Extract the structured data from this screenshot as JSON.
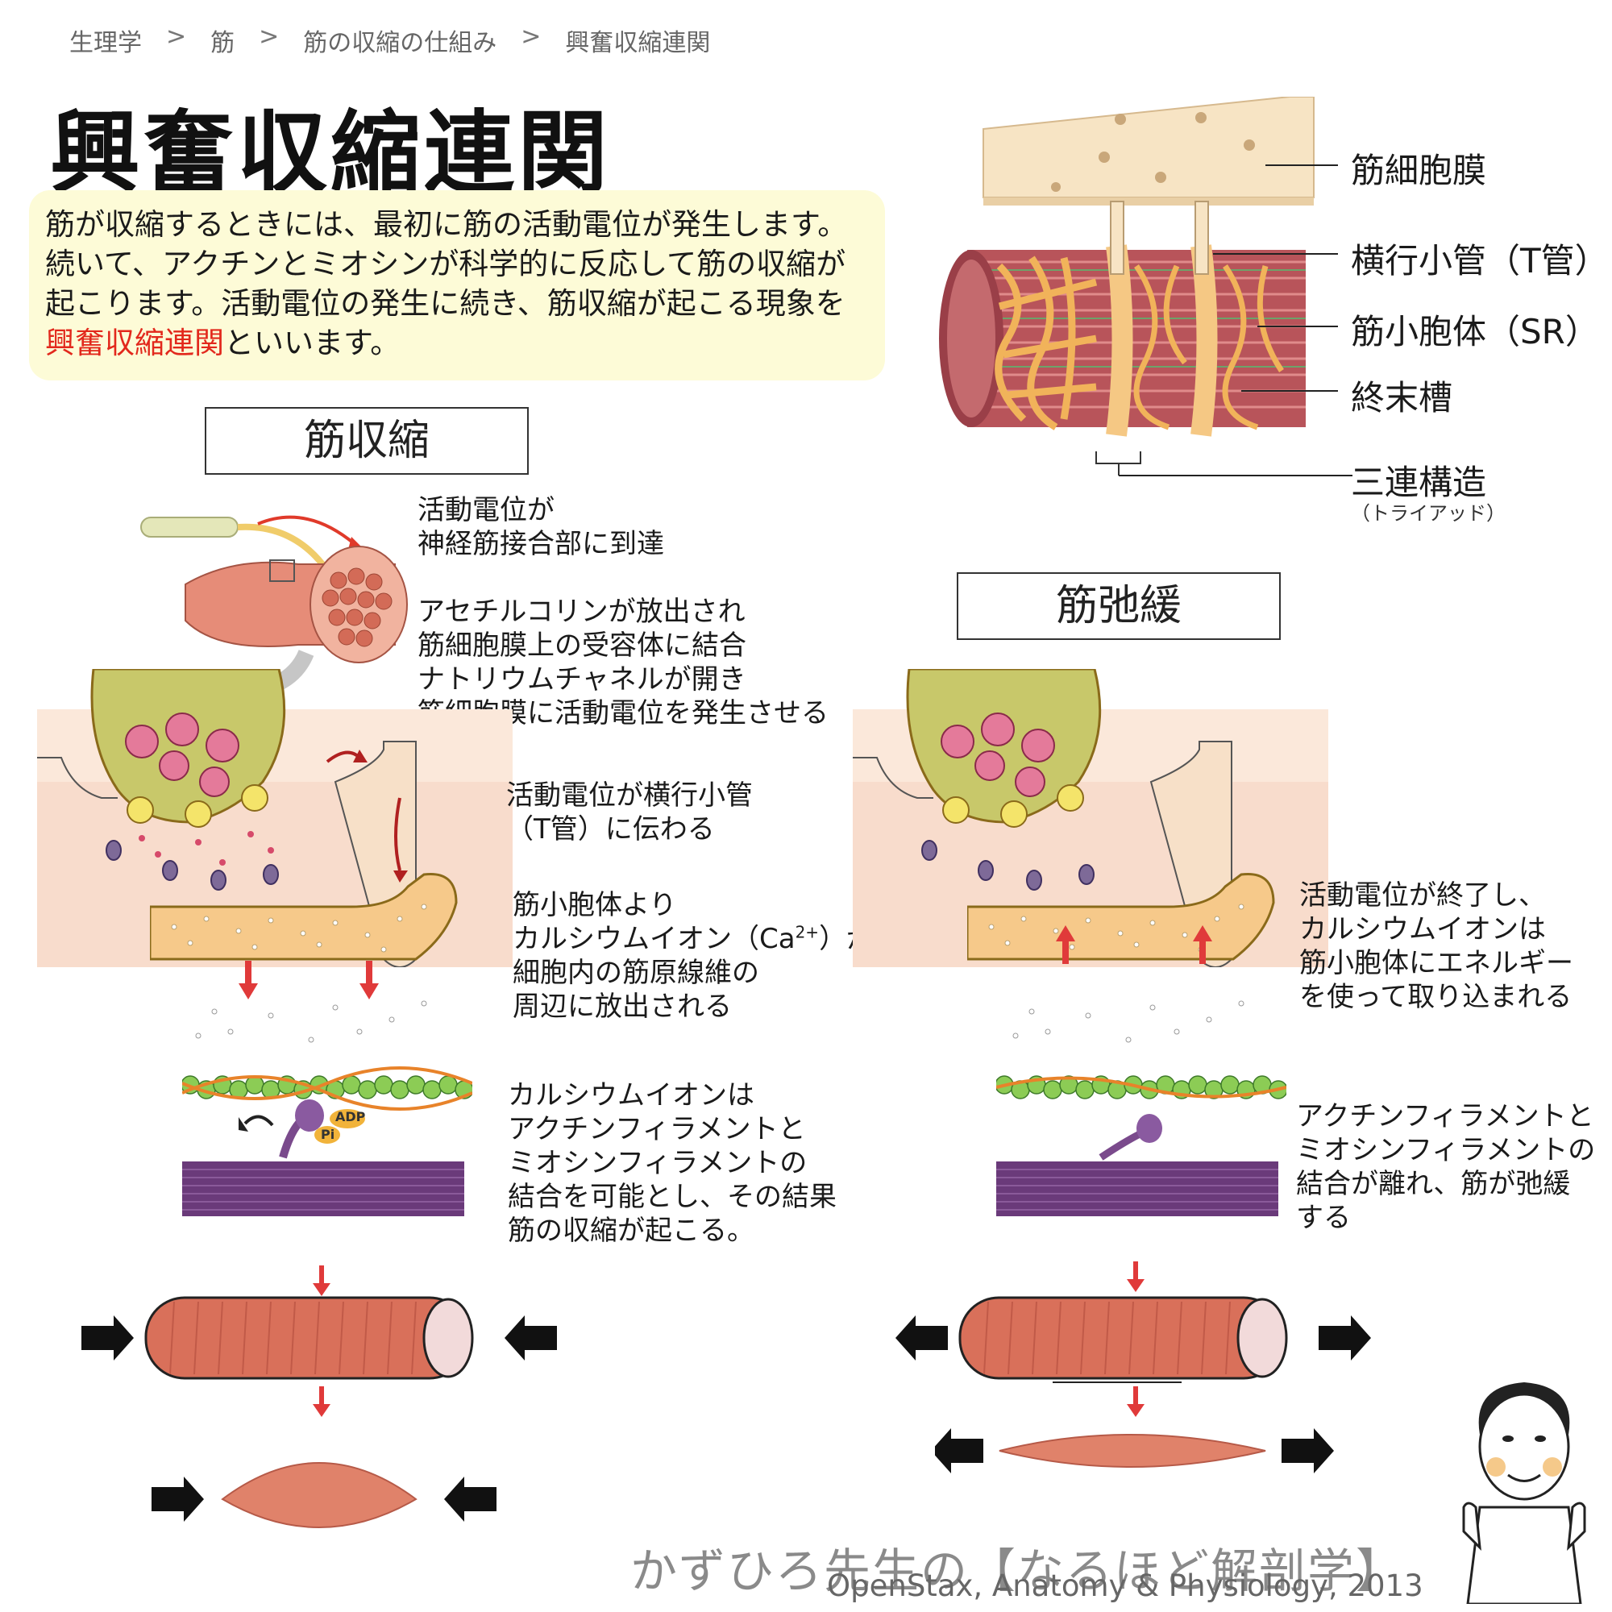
{
  "breadcrumb": {
    "items": [
      "生理学",
      "筋",
      "筋の収縮の仕組み",
      "興奮収縮連関"
    ],
    "separator": ">"
  },
  "page_title": "興奮収縮連関",
  "intro": {
    "lines": [
      "筋が収縮するときには、最初に筋の活動電位が発生します。",
      "続いて、アクチンとミオシンが科学的に反応して筋の収縮が",
      "起こります。活動電位の発生に続き、筋収縮が起こる現象を"
    ],
    "highlight": "興奮収縮連関",
    "tail": "といいます。"
  },
  "structure_labels": {
    "sarcolemma": "筋細胞膜",
    "t_tubule": "横行小管（T管）",
    "sr": "筋小胞体（SR）",
    "terminal_cisterna": "終末槽",
    "triad": "三連構造",
    "triad_sub": "（トライアッド）"
  },
  "contraction": {
    "heading": "筋収縮",
    "step1": "活動電位が\n神経筋接合部に到達",
    "step2": "アセチルコリンが放出され\n筋細胞膜上の受容体に結合\nナトリウムチャネルが開き\n筋細胞膜に活動電位を発生させる",
    "step3": "活動電位が横行小管\n（T管）に伝わる",
    "step4_pre": "筋小胞体より\nカルシウムイオン（Ca",
    "step4_sup": "2+",
    "step4_post": "）が\n細胞内の筋原線維の\n周辺に放出される",
    "step5": "カルシウムイオンは\nアクチンフィラメントと\nミオシンフィラメントの\n結合を可能とし、その結果\n筋の収縮が起こる。",
    "adp_label": "ADP",
    "pi_label": "Pi"
  },
  "relaxation": {
    "heading": "筋弛緩",
    "step1": "活動電位が終了し、\nカルシウムイオンは\n筋小胞体にエネルギー\nを使って取り込まれる",
    "step2": "アクチンフィラメントと\nミオシンフィラメントの\n結合が離れ、筋が弛緩\nする"
  },
  "footer": {
    "brand": "かずひろ先生の【なるほど解剖学】",
    "credit": "OpenStax, Anatomy & Physiology, 2013"
  },
  "colors": {
    "highlight": "#e2281c",
    "intro_bg": "#fdfbd7",
    "sr_fill": "#f6c98a",
    "muscle": "#d9705a",
    "myosin": "#7a4a8c",
    "actin": "#8ccc55"
  }
}
